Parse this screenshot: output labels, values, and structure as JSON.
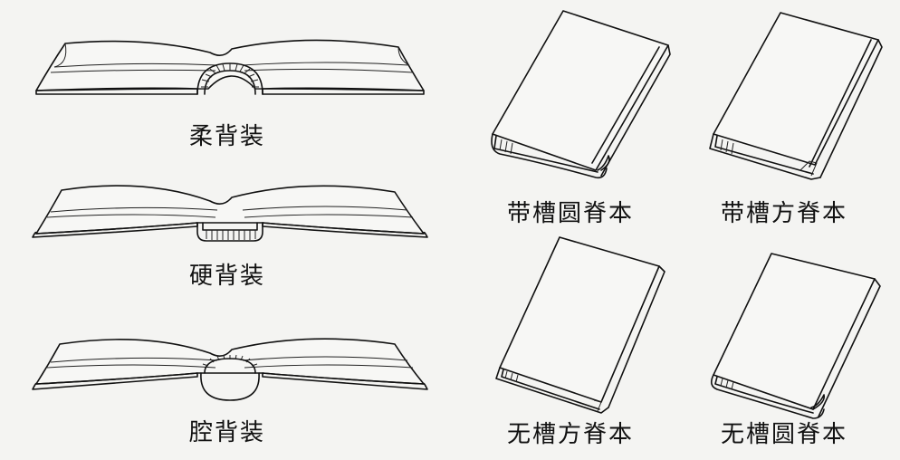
{
  "labels": {
    "soft_back": "柔背装",
    "hard_back": "硬背装",
    "hollow_back": "腔背装",
    "grooved_round": "带槽圆脊本",
    "grooved_square": "带槽方脊本",
    "ungrooved_square": "无槽方脊本",
    "ungrooved_round": "无槽圆脊本"
  },
  "colors": {
    "background": "#f4f4f2",
    "ink": "#111111"
  }
}
